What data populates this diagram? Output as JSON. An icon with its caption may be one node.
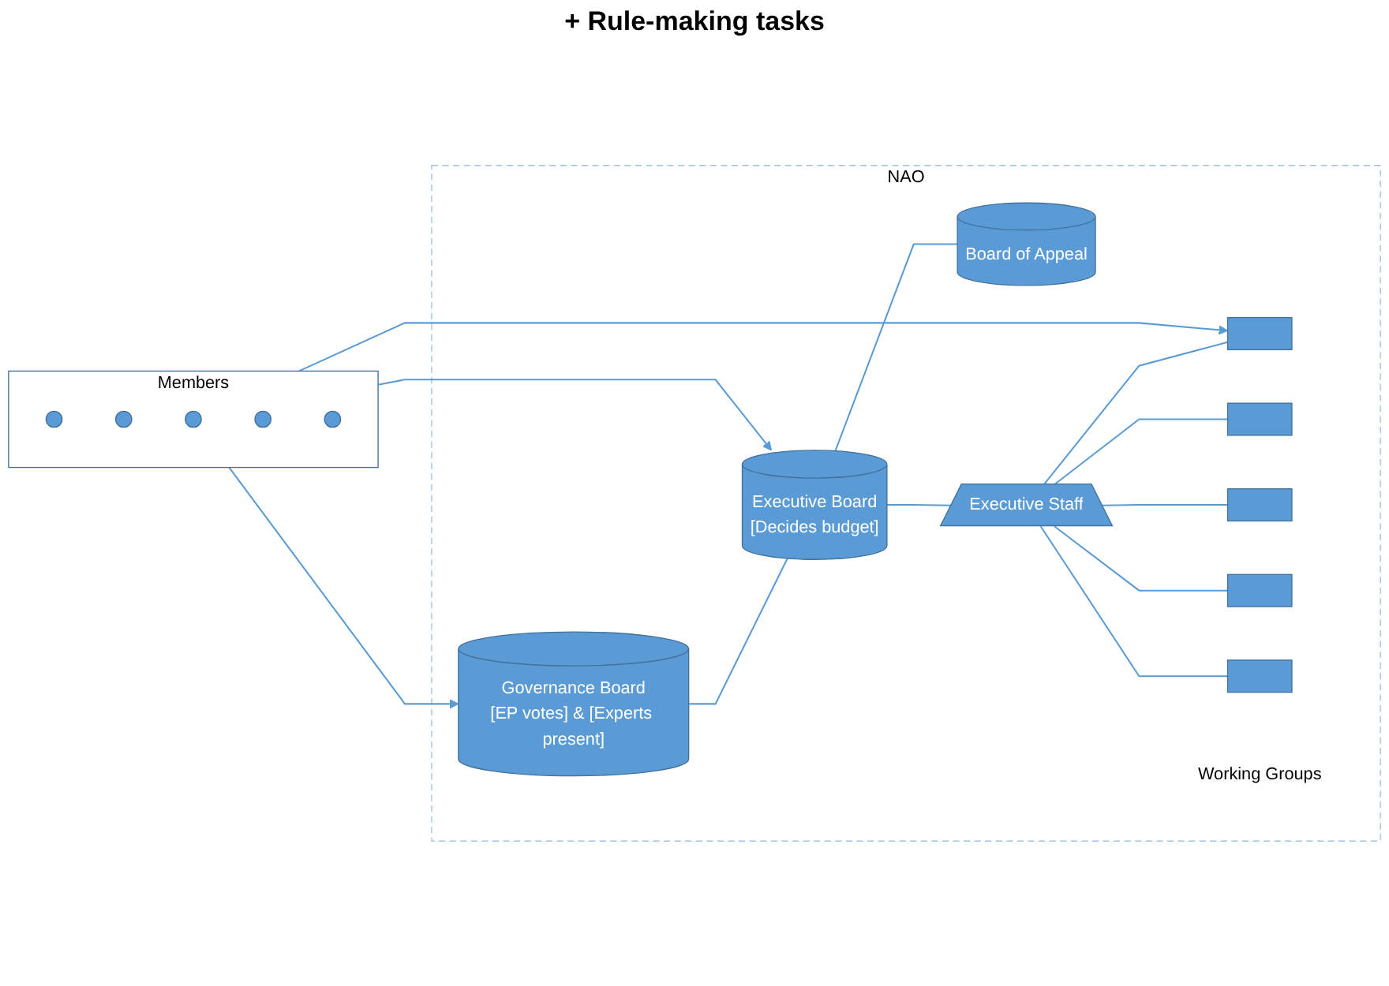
{
  "diagram": {
    "nodes": [
      {
        "text": [
          "Members"
        ]
      },
      {
        "text": [],
        "shape": "circle",
        "in": 0
      },
      {
        "text": [],
        "shape": "circle",
        "in": 0
      },
      {
        "text": [],
        "shape": "circle",
        "in": 0
      },
      {
        "text": [],
        "shape": "circle",
        "in": 0
      },
      {
        "text": [],
        "shape": "circle",
        "in": 0
      },
      {
        "text": [
          "NAO"
        ]
      },
      {
        "text": [
          "Governance Board",
          "[EP votes] & [Experts present]"
        ],
        "in": 6
      },
      {
        "text": [
          "Executive Board",
          "[Decides budget]"
        ],
        "in": 6
      },
      {
        "text": [
          "Board of Appeal"
        ],
        "in": 6
      },
      {
        "text": [
          "Executive Staff"
        ],
        "in": 6
      },
      {
        "text": [],
        "shape": "box",
        "in": 6
      },
      {
        "text": [],
        "shape": "box",
        "in": 6
      },
      {
        "text": [],
        "shape": "box",
        "in": 6
      },
      {
        "text": [],
        "shape": "box",
        "in": 6
      },
      {
        "text": [],
        "shape": "box",
        "in": 6
      },
      {
        "text": [
          "Working Groups"
        ],
        "in": 6
      }
    ],
    "edges": [
      {
        "from": 0,
        "to": 7,
        "arrow": "to"
      },
      {
        "from": 0,
        "to": 8,
        "arrow": "to"
      },
      {
        "from": 0,
        "to": 11,
        "arrow": "to"
      },
      {
        "from": 7,
        "to": 8,
        "arrow": "none"
      },
      {
        "from": 8,
        "to": 9,
        "arrow": "none"
      },
      {
        "from": 8,
        "to": 10,
        "arrow": "none"
      },
      {
        "from": 10,
        "to": 11,
        "arrow": "none"
      },
      {
        "from": 10,
        "to": 12,
        "arrow": "none"
      },
      {
        "from": 10,
        "to": 13,
        "arrow": "none"
      },
      {
        "from": 10,
        "to": 14,
        "arrow": "none"
      },
      {
        "from": 10,
        "to": 15,
        "arrow": "none"
      }
    ],
    "labels": [
      "+ Rule-making tasks"
    ]
  }
}
